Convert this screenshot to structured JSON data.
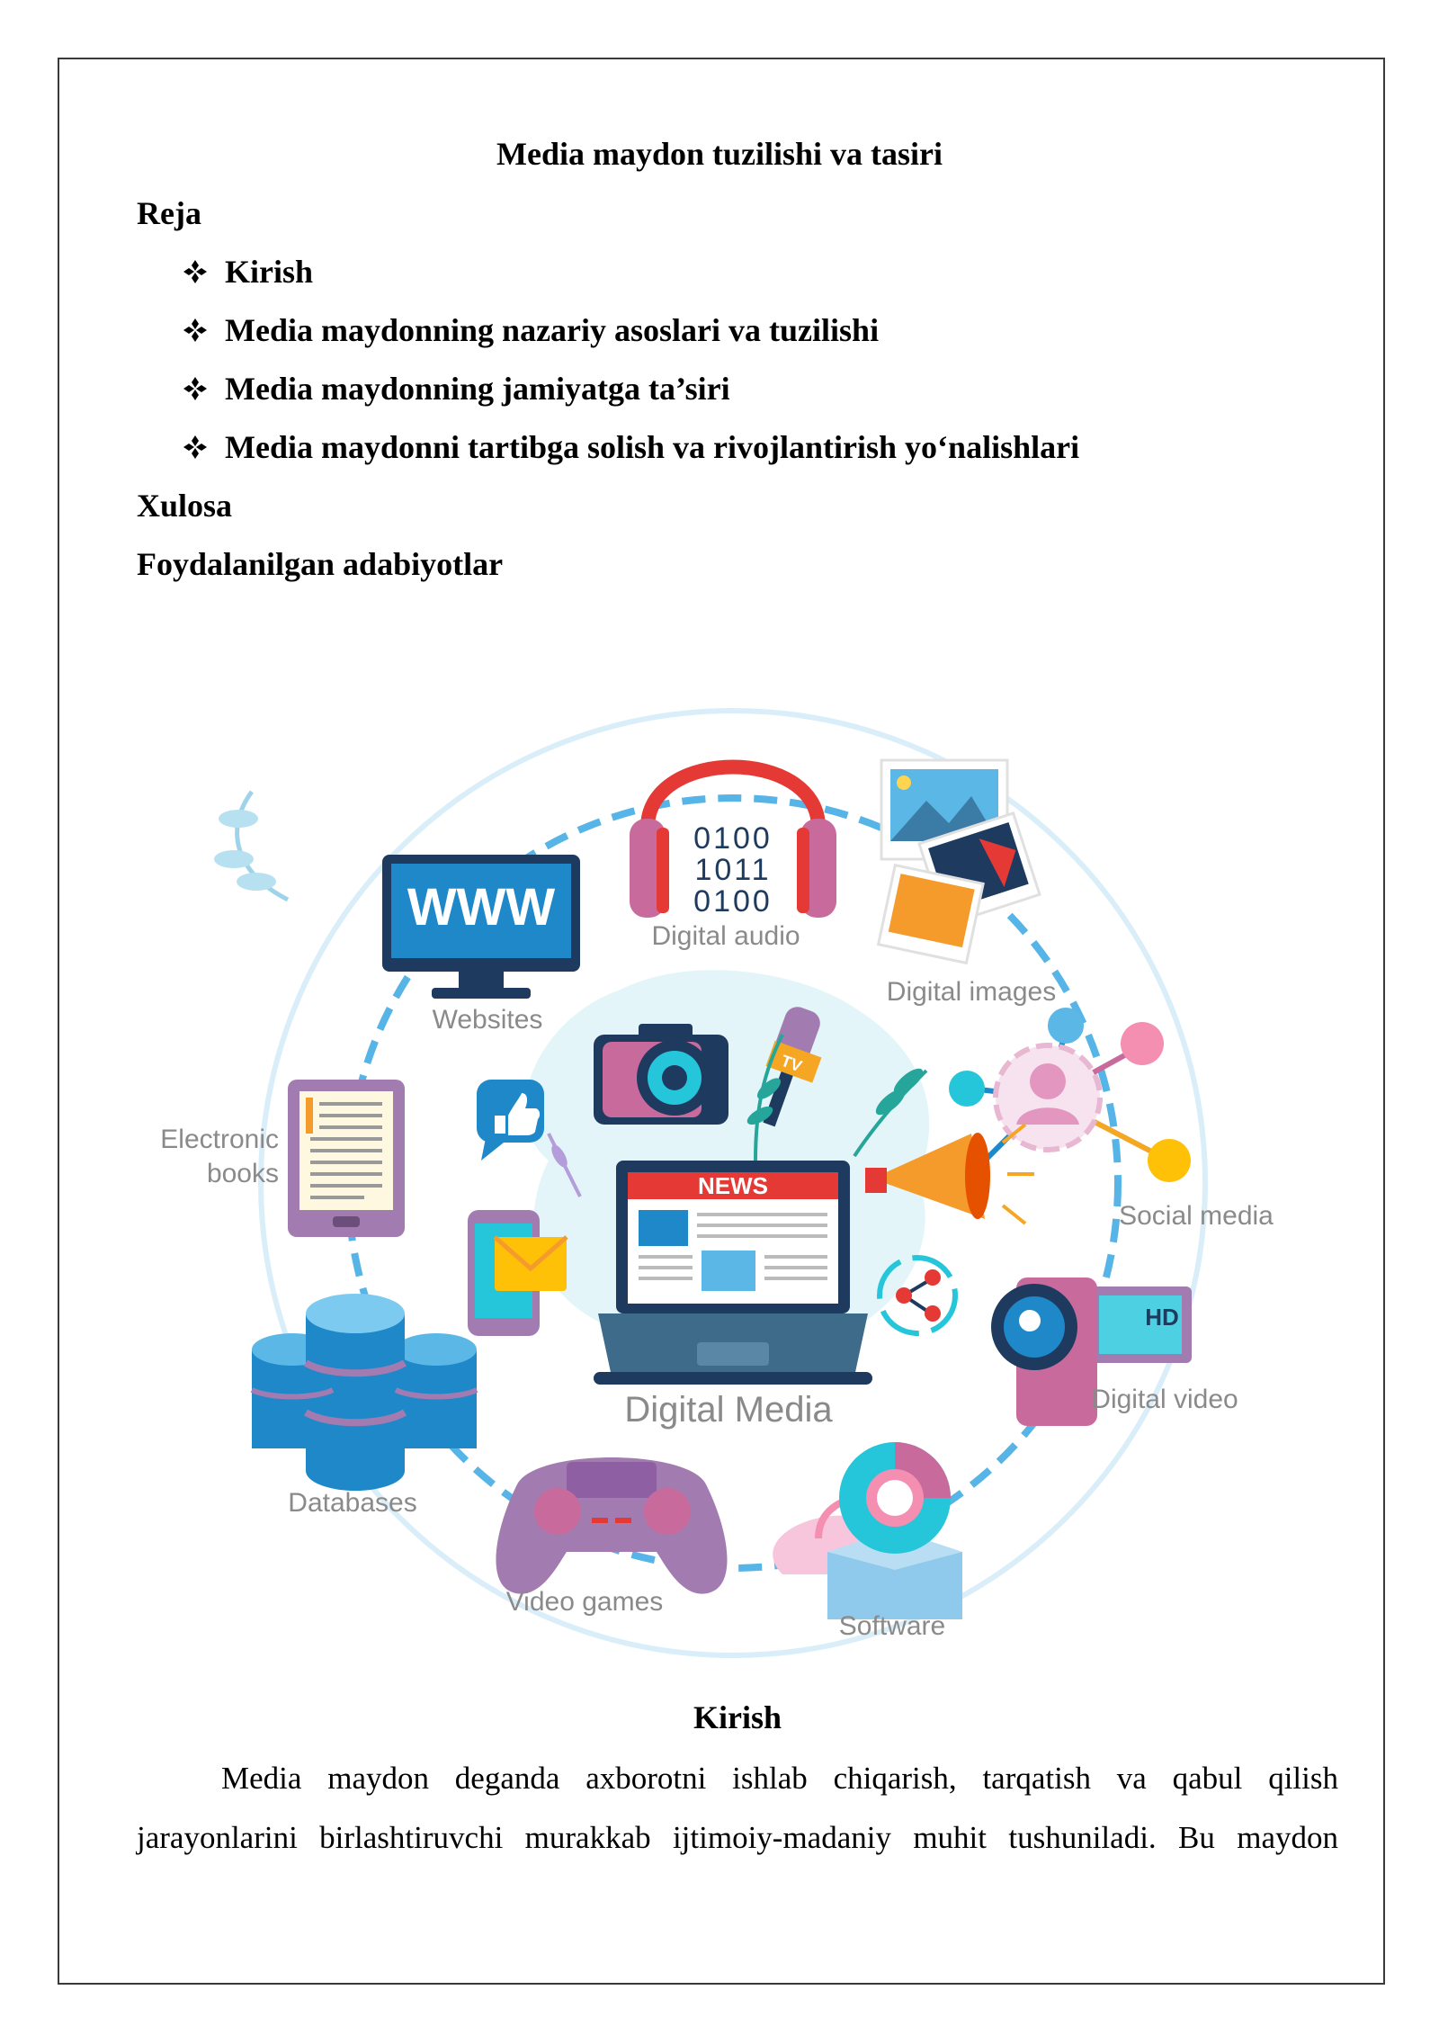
{
  "document": {
    "title": "Media maydon tuzilishi va tasiri",
    "plan_heading": "Reja",
    "plan_items": [
      "Kirish",
      "Media maydonning nazariy asoslari va tuzilishi",
      "Media maydonning jamiyatga ta’siri",
      "Media maydonni tartibga solish va rivojlantirish yo‘nalishlari"
    ],
    "conclusion": "Xulosa",
    "references": "Foydalanilgan adabiyotlar",
    "intro_heading": "Kirish",
    "intro_line1": "Media maydon deganda axborotni ishlab chiqarish, tarqatish va qabul qilish",
    "intro_line2": "jarayonlarini birlashtiruvchi murakkab ijtimoiy-madaniy muhit tushuniladi. Bu maydon"
  },
  "illustration": {
    "center_label": "Digital Media",
    "news_label": "NEWS",
    "www_label": "WWW",
    "binary_lines": [
      "0100",
      "1011",
      "0100"
    ],
    "hd_label": "HD",
    "tv_label": "TV",
    "labels": {
      "digital_audio": "Digital audio",
      "digital_images": "Digital images",
      "websites": "Websites",
      "electronic_books_1": "Electronic",
      "electronic_books_2": "books",
      "social_media": "Social media",
      "databases": "Databases",
      "digital_video": "Digital video",
      "video_games": "Video games",
      "software": "Software"
    },
    "colors": {
      "label_gray": "#8a8a8a",
      "ring_blue": "#56b4e6",
      "news_red": "#e53935",
      "monitor_blue": "#1e88c9",
      "purple": "#a27bb1"
    }
  }
}
